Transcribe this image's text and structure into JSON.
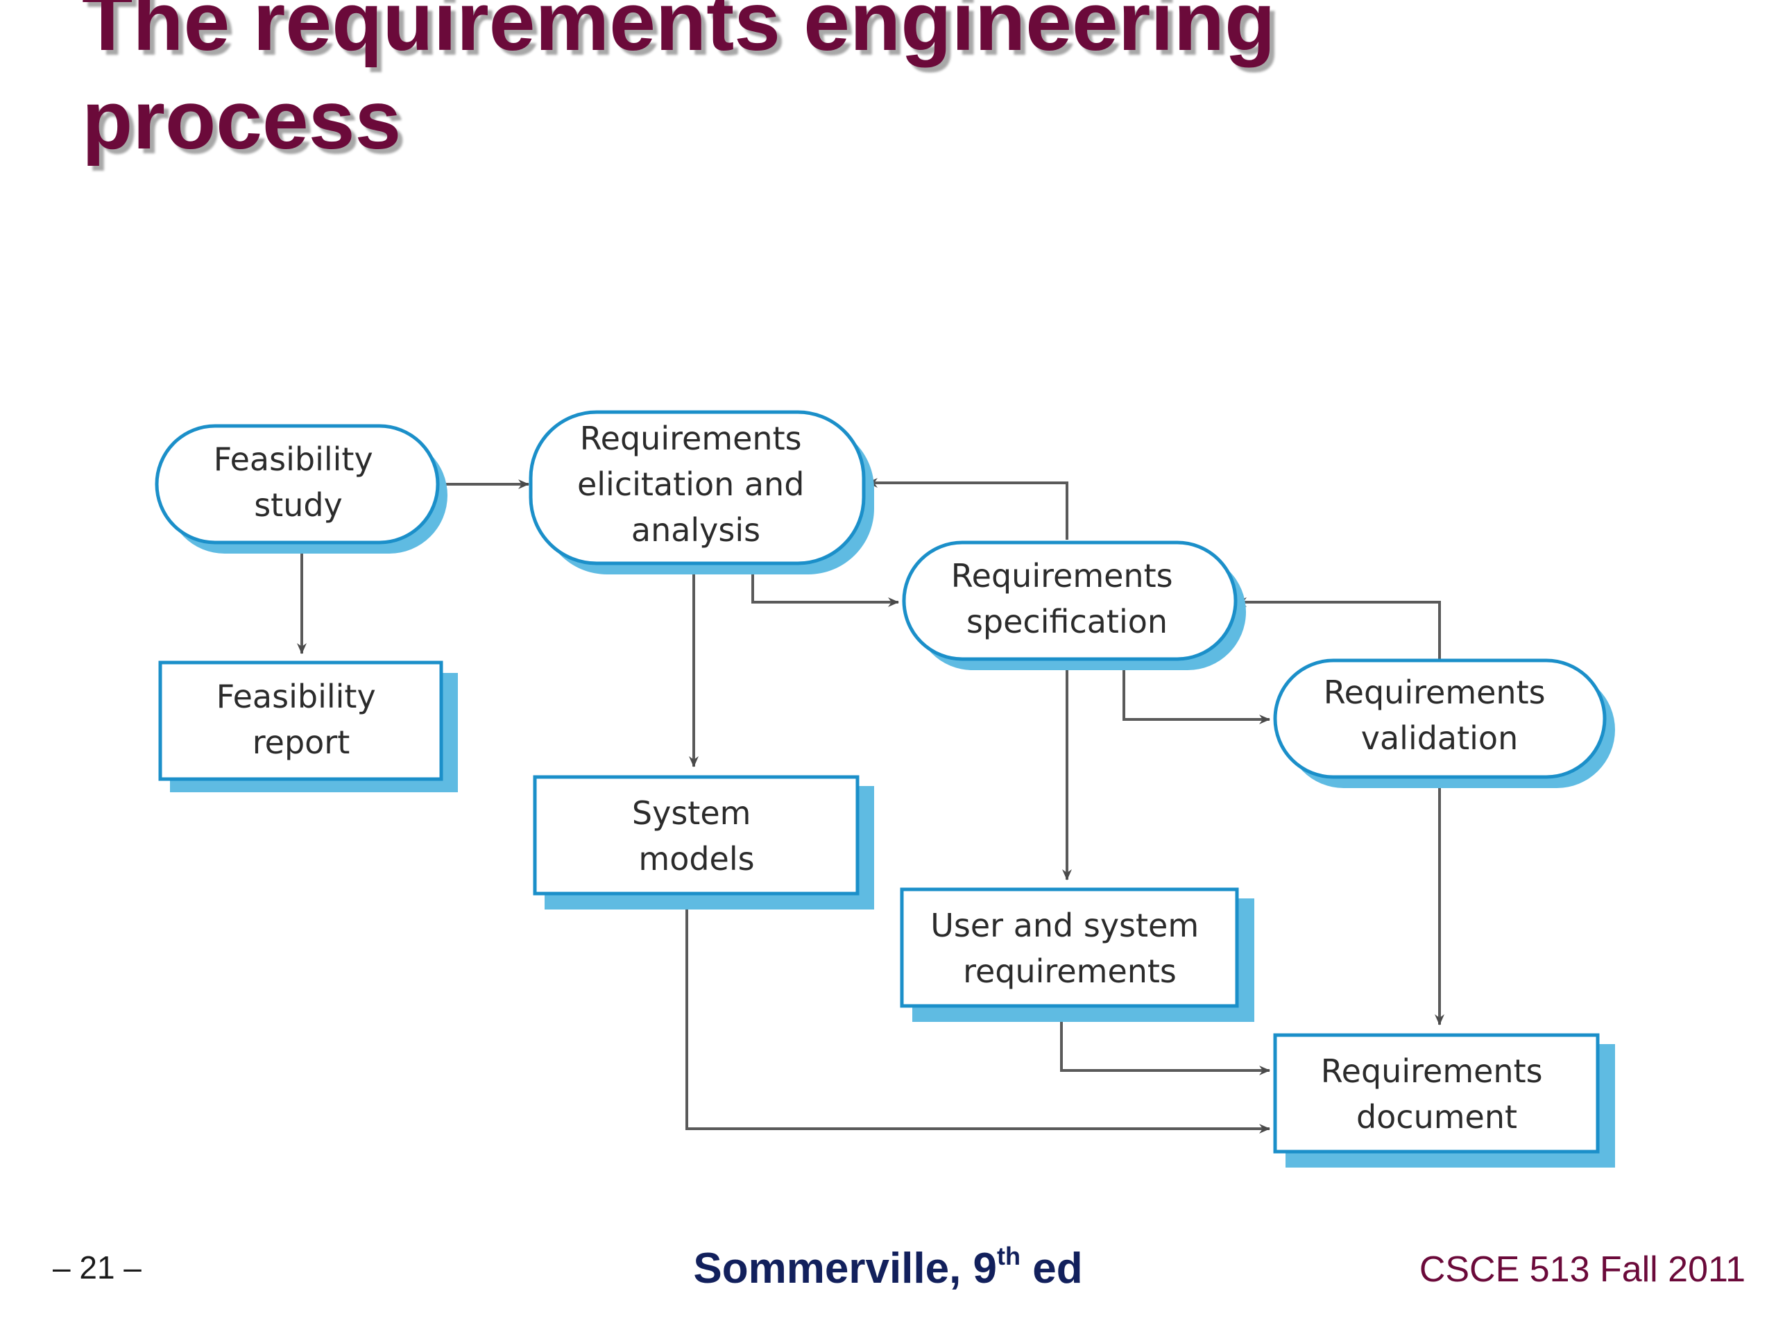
{
  "slide": {
    "title_line1": "The requirements engineering",
    "title_line2": "process",
    "title_color": "#6b0a3a"
  },
  "diagram": {
    "nodes": {
      "feasibility_study": {
        "lines": [
          "Feasibility",
          "study"
        ],
        "kind": "activity"
      },
      "elicitation": {
        "lines": [
          "Requirements",
          "elicitation and",
          "analysis"
        ],
        "kind": "activity"
      },
      "specification": {
        "lines": [
          "Requirements",
          "specification"
        ],
        "kind": "activity"
      },
      "validation": {
        "lines": [
          "Requirements",
          "validation"
        ],
        "kind": "activity"
      },
      "feasibility_report": {
        "lines": [
          "Feasibility",
          "report"
        ],
        "kind": "document"
      },
      "system_models": {
        "lines": [
          "System",
          "models"
        ],
        "kind": "document"
      },
      "user_system_reqs": {
        "lines": [
          "User and system",
          "requirements"
        ],
        "kind": "document"
      },
      "reqs_document": {
        "lines": [
          "Requirements",
          "document"
        ],
        "kind": "document"
      }
    },
    "edges": [
      {
        "from": "feasibility_study",
        "to": "elicitation"
      },
      {
        "from": "feasibility_study",
        "to": "feasibility_report"
      },
      {
        "from": "elicitation",
        "to": "system_models"
      },
      {
        "from": "elicitation",
        "to": "specification"
      },
      {
        "from": "specification",
        "to": "elicitation"
      },
      {
        "from": "specification",
        "to": "user_system_reqs"
      },
      {
        "from": "specification",
        "to": "validation"
      },
      {
        "from": "validation",
        "to": "specification"
      },
      {
        "from": "validation",
        "to": "reqs_document"
      },
      {
        "from": "user_system_reqs",
        "to": "reqs_document"
      },
      {
        "from": "system_models",
        "to": "reqs_document"
      }
    ],
    "colors": {
      "node_border": "#1b8fc9",
      "node_shadow": "#58b8e0",
      "arrow": "#555555"
    }
  },
  "footer": {
    "page_number": "– 21 –",
    "credit_main": "Sommerville, 9",
    "credit_sup": "th",
    "credit_tail": " ed",
    "course": "CSCE 513 Fall 2011"
  }
}
